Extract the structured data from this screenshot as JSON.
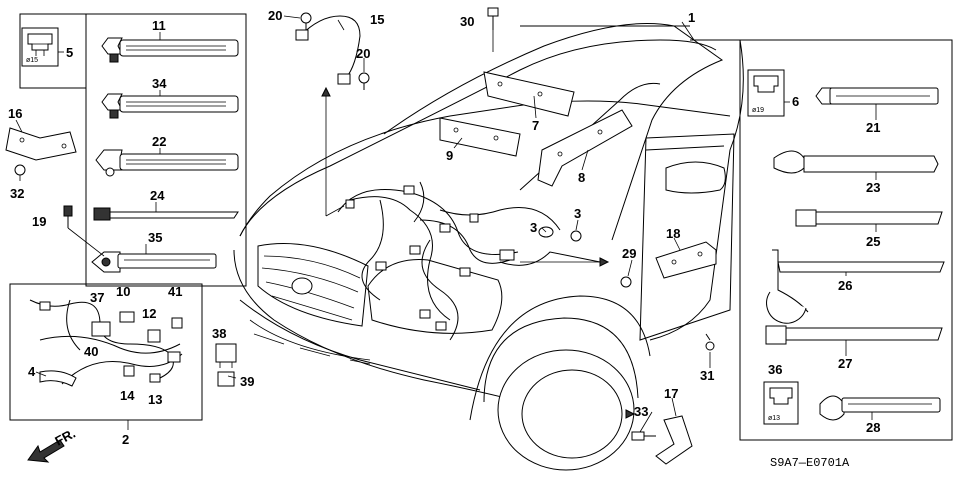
{
  "diagram_code": "S9A7—E0701A",
  "front_label": "FR.",
  "diameters": {
    "d15": "ø15",
    "d19": "ø19",
    "d13": "ø13"
  },
  "callouts": [
    {
      "id": "c1",
      "text": "1"
    },
    {
      "id": "c2",
      "text": "2"
    },
    {
      "id": "c3a",
      "text": "3"
    },
    {
      "id": "c3b",
      "text": "3"
    },
    {
      "id": "c4",
      "text": "4"
    },
    {
      "id": "c5",
      "text": "5"
    },
    {
      "id": "c6",
      "text": "6"
    },
    {
      "id": "c7",
      "text": "7"
    },
    {
      "id": "c8",
      "text": "8"
    },
    {
      "id": "c9",
      "text": "9"
    },
    {
      "id": "c10",
      "text": "10"
    },
    {
      "id": "c11",
      "text": "11"
    },
    {
      "id": "c12",
      "text": "12"
    },
    {
      "id": "c13",
      "text": "13"
    },
    {
      "id": "c14",
      "text": "14"
    },
    {
      "id": "c15",
      "text": "15"
    },
    {
      "id": "c16",
      "text": "16"
    },
    {
      "id": "c17",
      "text": "17"
    },
    {
      "id": "c18",
      "text": "18"
    },
    {
      "id": "c19",
      "text": "19"
    },
    {
      "id": "c20a",
      "text": "20"
    },
    {
      "id": "c20b",
      "text": "20"
    },
    {
      "id": "c21",
      "text": "21"
    },
    {
      "id": "c22",
      "text": "22"
    },
    {
      "id": "c23",
      "text": "23"
    },
    {
      "id": "c24",
      "text": "24"
    },
    {
      "id": "c25",
      "text": "25"
    },
    {
      "id": "c26",
      "text": "26"
    },
    {
      "id": "c27",
      "text": "27"
    },
    {
      "id": "c28",
      "text": "28"
    },
    {
      "id": "c29",
      "text": "29"
    },
    {
      "id": "c30",
      "text": "30"
    },
    {
      "id": "c31",
      "text": "31"
    },
    {
      "id": "c32",
      "text": "32"
    },
    {
      "id": "c33",
      "text": "33"
    },
    {
      "id": "c34",
      "text": "34"
    },
    {
      "id": "c35",
      "text": "35"
    },
    {
      "id": "c36",
      "text": "36"
    },
    {
      "id": "c37",
      "text": "37"
    },
    {
      "id": "c38",
      "text": "38"
    },
    {
      "id": "c39",
      "text": "39"
    },
    {
      "id": "c40",
      "text": "40"
    },
    {
      "id": "c41",
      "text": "41"
    }
  ]
}
